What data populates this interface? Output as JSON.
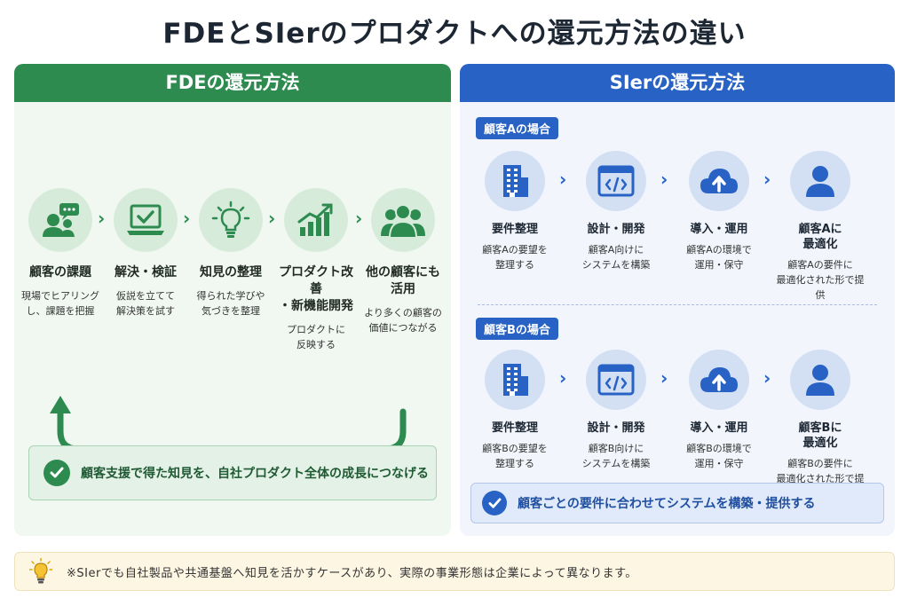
{
  "title": "FDEとSIerのプロダクトへの還元方法の違い",
  "fde": {
    "header": "FDEの還元方法",
    "steps": [
      {
        "icon": "customer-chat-icon",
        "label": "顧客の課題",
        "desc": "現場でヒアリング\nし、課題を把握"
      },
      {
        "icon": "laptop-check-icon",
        "label": "解決・検証",
        "desc": "仮説を立てて\n解決策を試す"
      },
      {
        "icon": "lightbulb-icon",
        "label": "知見の整理",
        "desc": "得られた学びや\n気づきを整理"
      },
      {
        "icon": "growth-chart-icon",
        "label": "プロダクト改善\n・新機能開発",
        "desc": "プロダクトに\n反映する"
      },
      {
        "icon": "user-group-icon",
        "label": "他の顧客にも\n活用",
        "desc": "より多くの顧客の\n価値につながる"
      }
    ],
    "callout": "顧客支援で得た知見を、自社プロダクト全体の成長につなげる"
  },
  "sier": {
    "header": "SIerの還元方法",
    "cases": [
      {
        "label": "顧客Aの場合",
        "steps": [
          {
            "icon": "building-icon",
            "label": "要件整理",
            "desc": "顧客Aの要望を\n整理する"
          },
          {
            "icon": "code-window-icon",
            "label": "設計・開発",
            "desc": "顧客A向けに\nシステムを構築"
          },
          {
            "icon": "cloud-upload-icon",
            "label": "導入・運用",
            "desc": "顧客Aの環境で\n運用・保守"
          },
          {
            "icon": "person-icon",
            "label": "顧客Aに\n最適化",
            "desc": "顧客Aの要件に\n最適化された形で提供"
          }
        ]
      },
      {
        "label": "顧客Bの場合",
        "steps": [
          {
            "icon": "building-icon",
            "label": "要件整理",
            "desc": "顧客Bの要望を\n整理する"
          },
          {
            "icon": "code-window-icon",
            "label": "設計・開発",
            "desc": "顧客B向けに\nシステムを構築"
          },
          {
            "icon": "cloud-upload-icon",
            "label": "導入・運用",
            "desc": "顧客Bの環境で\n運用・保守"
          },
          {
            "icon": "person-icon",
            "label": "顧客Bに\n最適化",
            "desc": "顧客Bの要件に\n最適化された形で提供"
          }
        ]
      }
    ],
    "callout": "顧客ごとの要件に合わせてシステムを構築・提供する"
  },
  "note": "※SIerでも自社製品や共通基盤へ知見を活かすケースがあり、実際の事業形態は企業によって異なります。",
  "colors": {
    "green": "#2e8b50",
    "blue": "#2762c4",
    "note_bg": "#fdf6e3"
  }
}
